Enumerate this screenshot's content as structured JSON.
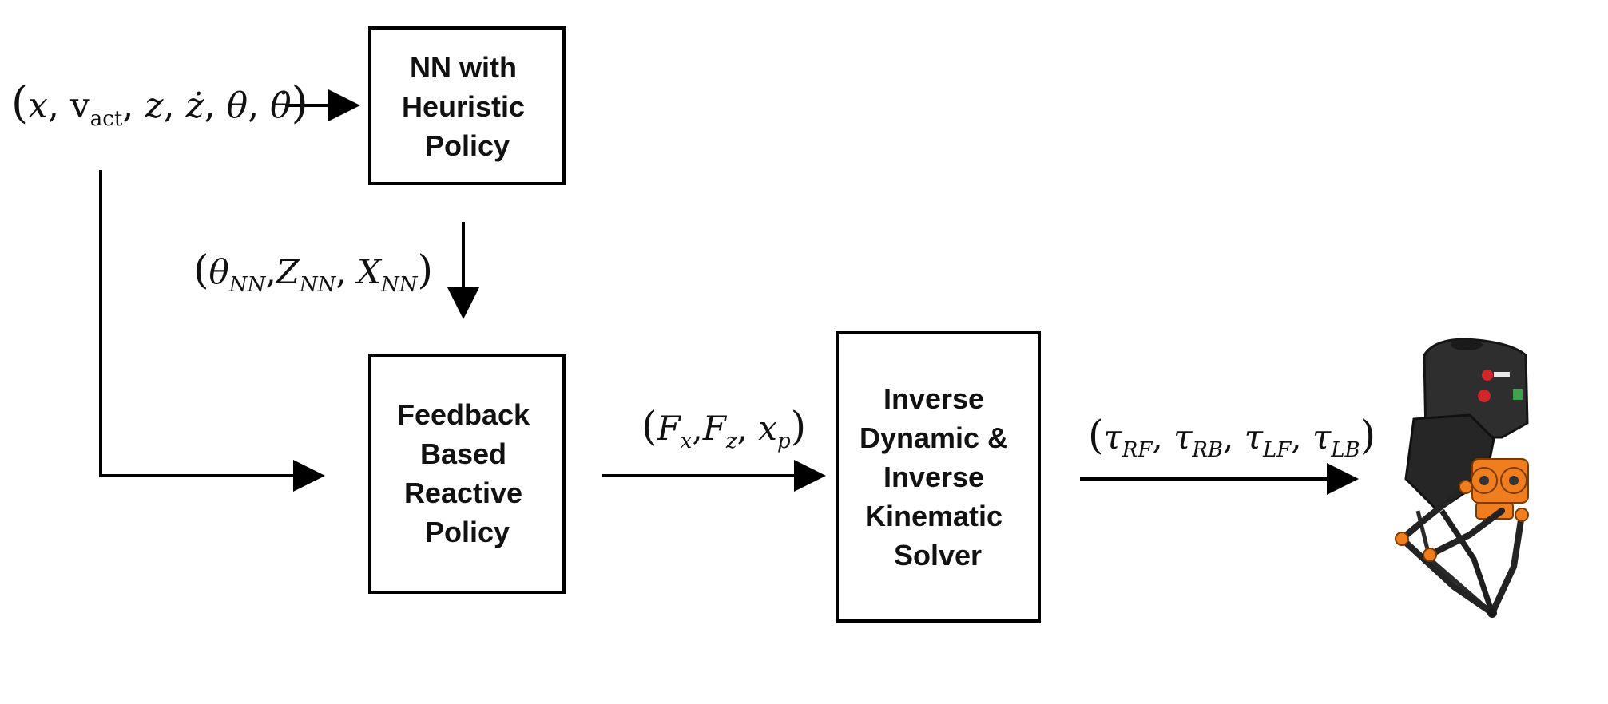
{
  "blocks": {
    "nn_policy": {
      "lines": [
        "NN with",
        "Heuristic",
        "Policy"
      ]
    },
    "reactive_policy": {
      "lines": [
        "Feedback",
        "Based",
        "Reactive",
        "Policy"
      ]
    },
    "solver": {
      "lines": [
        "Inverse",
        "Dynamic &",
        "Inverse",
        "Kinematic",
        "Solver"
      ]
    }
  },
  "signals": {
    "state_input": {
      "open": "(",
      "x": "x",
      "v": "v",
      "v_sub": "act",
      "z": "z",
      "zdot": "ż",
      "theta": "θ",
      "thetadot": "θ̇",
      "close": ")"
    },
    "nn_outputs": {
      "theta": "θ",
      "theta_sub": "NN",
      "z": "Z",
      "z_sub": "NN",
      "x": "X",
      "x_sub": "NN"
    },
    "forces": {
      "fx": "F",
      "fx_sub": "x",
      "fz": "F",
      "fz_sub": "z",
      "xp": "x",
      "xp_sub": "p"
    },
    "torques": {
      "t1": "τ",
      "t1_sub": "RF",
      "t2": "τ",
      "t2_sub": "RB",
      "t3": "τ",
      "t3_sub": "LF",
      "t4": "τ",
      "t4_sub": "LB"
    }
  },
  "robot": {
    "icon": "biped-robot-icon",
    "accent_color": "#f07d1e",
    "body_color": "#2e2e2e"
  }
}
